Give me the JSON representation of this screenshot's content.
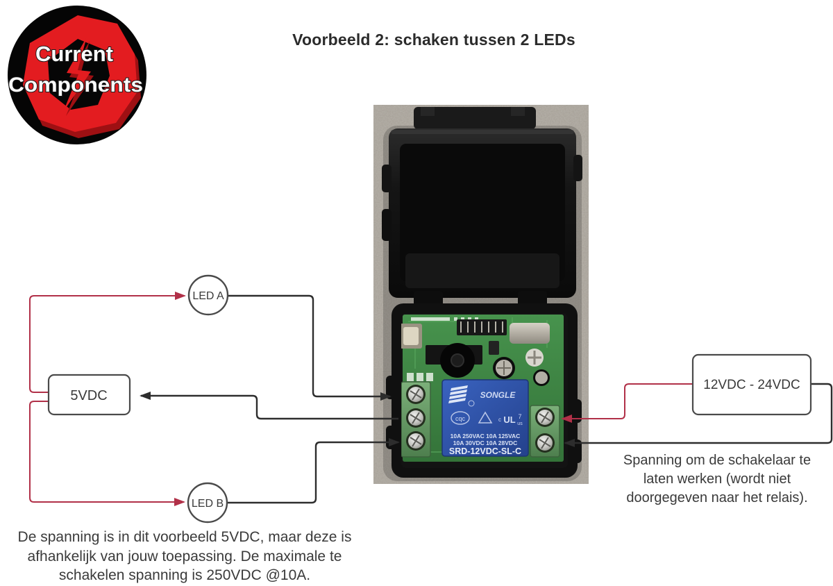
{
  "title": "Voorbeeld 2: schaken tussen 2 LEDs",
  "logo": {
    "line1": "Current",
    "line2": "Components"
  },
  "diagram": {
    "led_a": "LED A",
    "led_b": "LED B",
    "source_left": "5VDC",
    "source_right": "12VDC - 24VDC"
  },
  "module": {
    "relay_brand": "SONGLE",
    "relay_cert_left": "cqc",
    "relay_cert_mid": "c",
    "relay_cert_right": "UL",
    "relay_cert_sub": "us",
    "relay_cert_num": "7",
    "relay_ratings_line1": "10A 250VAC  10A 125VAC",
    "relay_ratings_line2": "10A 30VDC   10A 28VDC",
    "relay_model": "SRD-12VDC-SL-C"
  },
  "annotations": {
    "right_line1": "Spanning om de schakelaar te",
    "right_line2": "laten werken (wordt niet",
    "right_line3": "doorgegeven naar het relais).",
    "bottom_line1": "De spanning is in dit voorbeeld 5VDC, maar deze is",
    "bottom_line2": "afhankelijk van jouw toepassing. De maximale te",
    "bottom_line3": "schakelen spanning is 250VDC @10A."
  },
  "colors": {
    "wire_red": "#b13048",
    "wire_black": "#2d2d2d",
    "logo_red": "#e31c20",
    "logo_red_dark": "#9e1013",
    "relay_blue": "#2e53a8",
    "pcb_green": "#3f8a45",
    "terminal_green": "#6fa56f"
  }
}
